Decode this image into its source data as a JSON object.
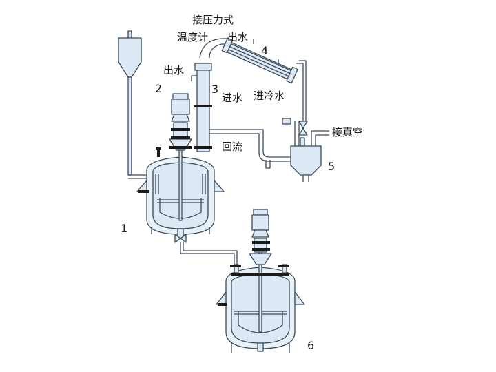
{
  "labels": {
    "pressure_gauge_connection": "接压力式",
    "thermometer": "温度计",
    "water_out_condenser": "出水",
    "water_out_column": "出水",
    "water_in_column": "进水",
    "cooling_water_in": "进冷水",
    "reflux": "回流",
    "vacuum_connection": "接真空"
  },
  "numbers": {
    "reactor_main": "1",
    "agitator_motor": "2",
    "column": "3",
    "condenser": "4",
    "receiver": "5",
    "reactor_secondary": "6"
  },
  "colors": {
    "line": "#3a4a5a",
    "vessel_fill": "#dce9f4",
    "jacket_fill": "#e9f1f8",
    "flange": "#1a1a1a",
    "label": "#1a1a1a"
  }
}
